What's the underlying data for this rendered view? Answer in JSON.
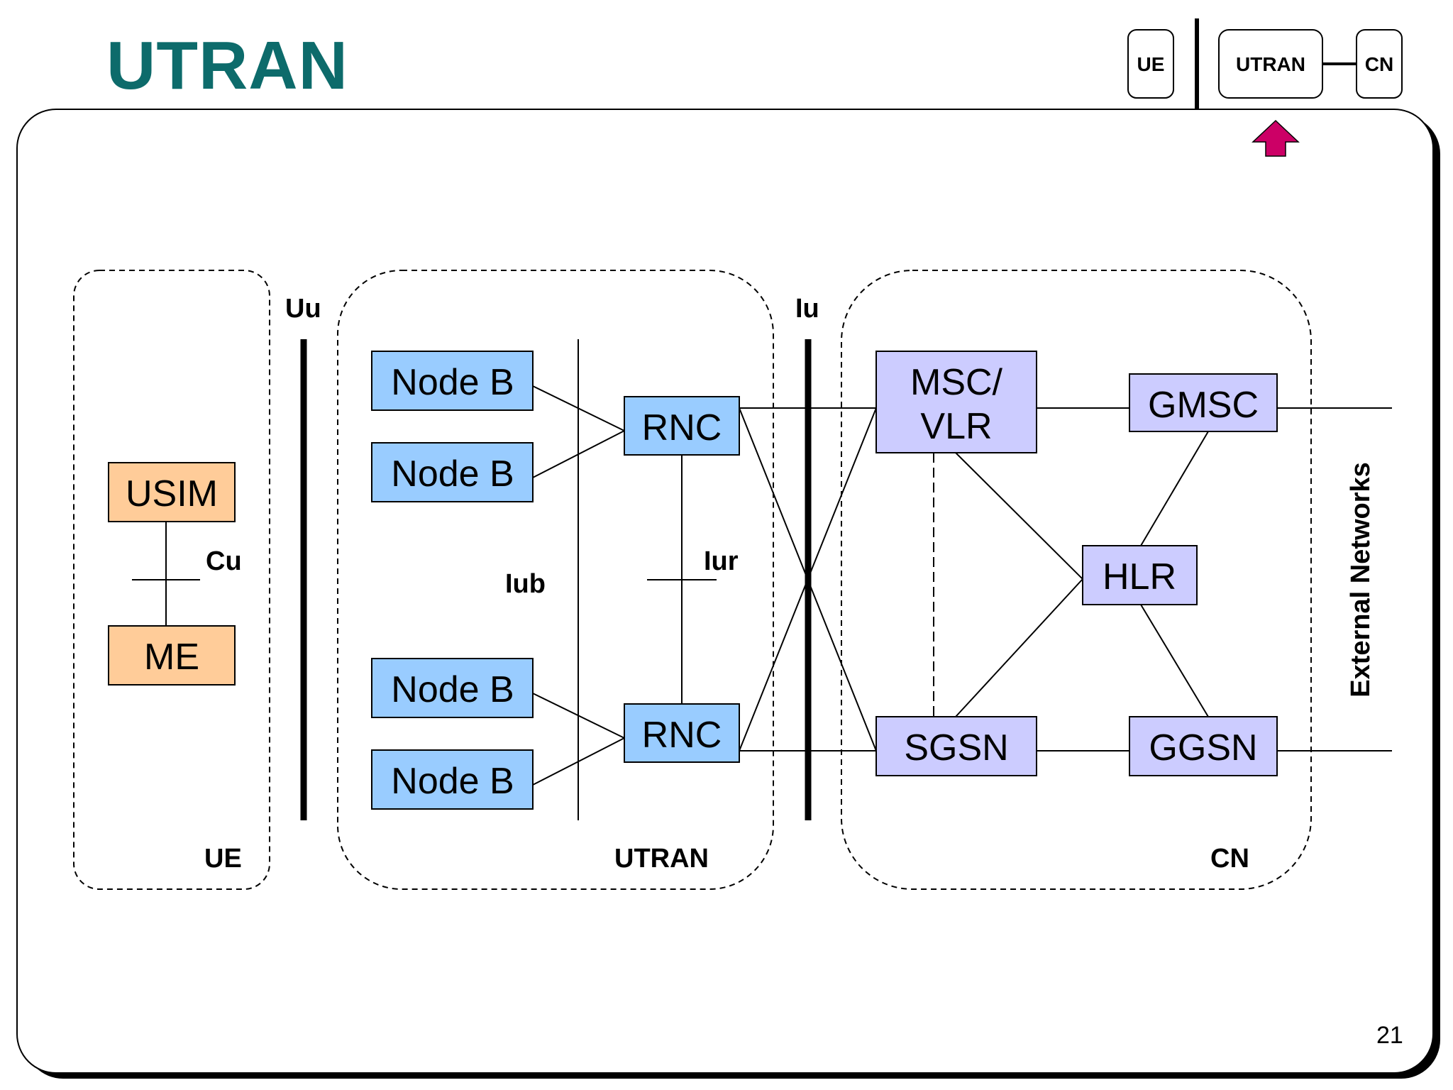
{
  "title": "UTRAN",
  "page_number": "21",
  "nav": {
    "ue": "UE",
    "utran": "UTRAN",
    "cn": "CN"
  },
  "regions": {
    "ue": "UE",
    "utran": "UTRAN",
    "cn": "CN"
  },
  "interfaces": {
    "uu": "Uu",
    "iu": "Iu",
    "cu": "Cu",
    "iub": "Iub",
    "iur": "Iur"
  },
  "nodes": {
    "usim": "USIM",
    "me": "ME",
    "node_b_1": "Node B",
    "node_b_2": "Node B",
    "node_b_3": "Node B",
    "node_b_4": "Node B",
    "rnc_1": "RNC",
    "rnc_2": "RNC",
    "msc_vlr_line1": "MSC/",
    "msc_vlr_line2": "VLR",
    "gmsc": "GMSC",
    "hlr": "HLR",
    "sgsn": "SGSN",
    "ggsn": "GGSN"
  },
  "external_networks": "External Networks",
  "colors": {
    "title": "#0d6b6b",
    "ue_box": "#ffcc99",
    "utran_box": "#99ccff",
    "cn_box": "#ccccff",
    "arrow": "#cc0066"
  }
}
